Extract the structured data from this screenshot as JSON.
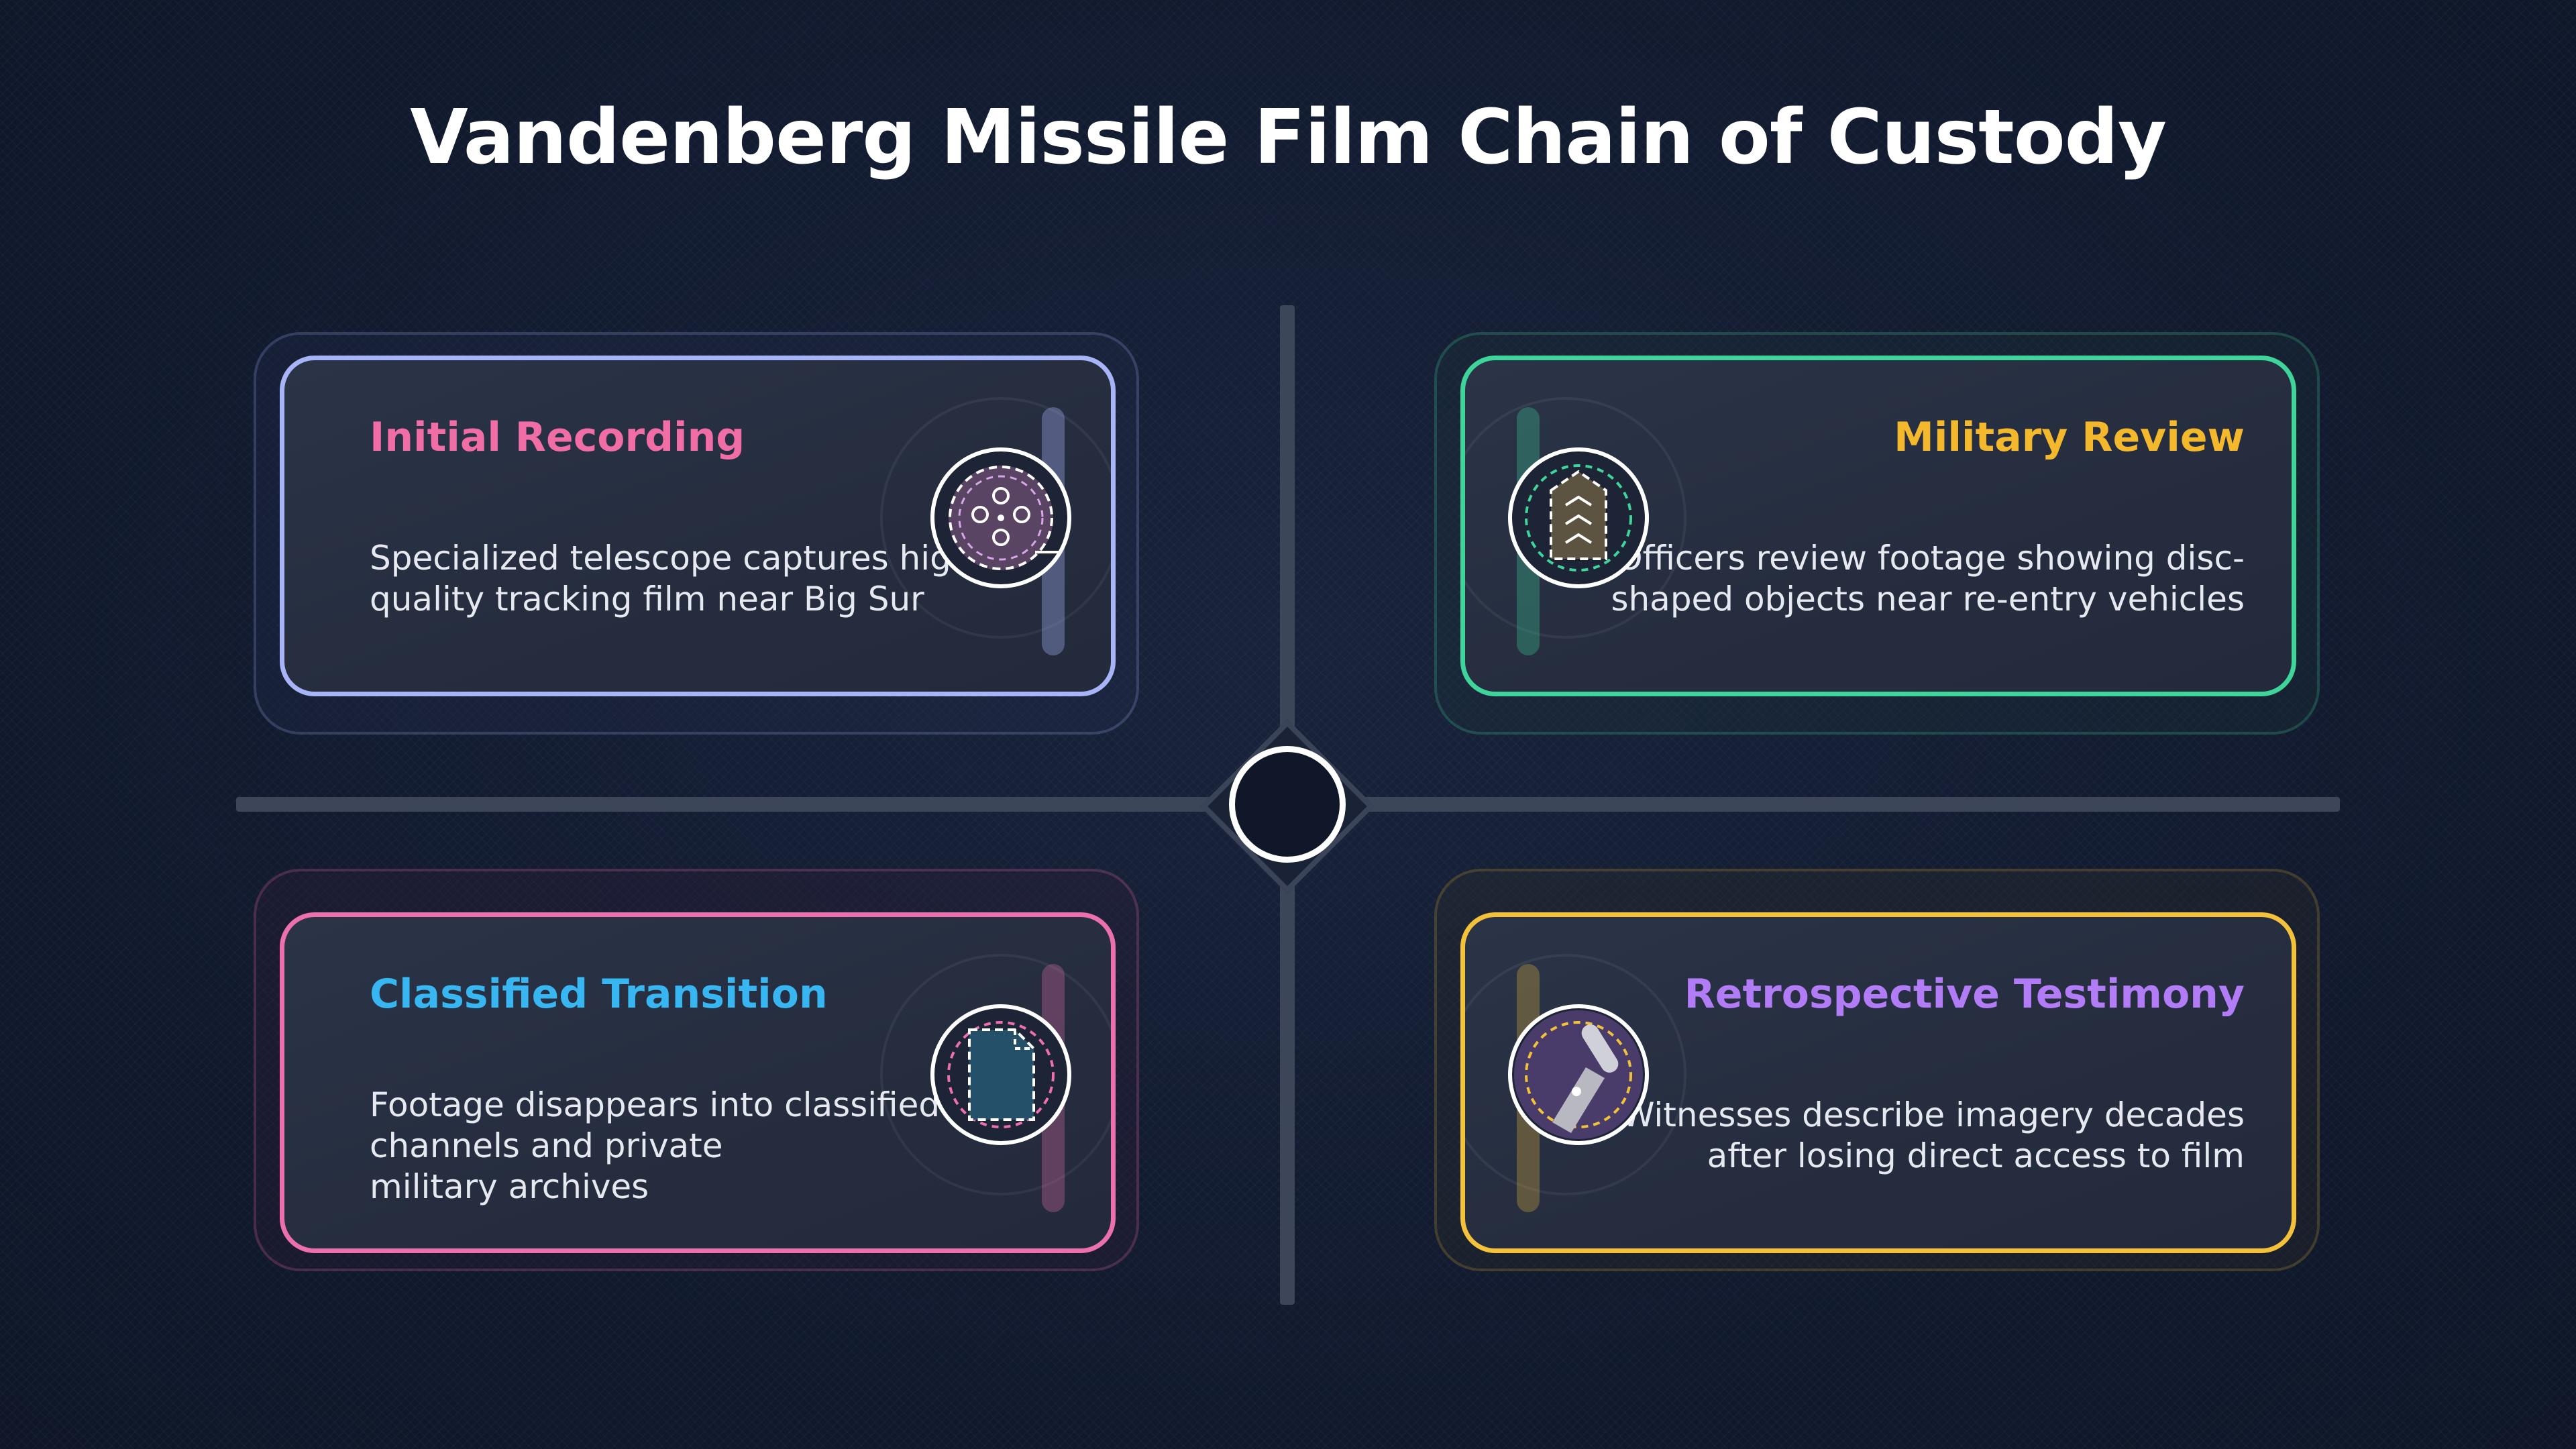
{
  "title": "Vandenberg Missile Film Chain of Custody",
  "colors": {
    "initial_recording": "#f06ea5",
    "military_review": "#f4b82c",
    "classified_transition": "#38b6f2",
    "retrospective_testimony": "#b27cf6",
    "border_blue": "#a8b4f8",
    "border_green": "#3ed49a",
    "border_pink": "#ec6fae",
    "border_gold": "#f3c13a"
  },
  "cards": {
    "initial_recording": {
      "title": "Initial Recording",
      "description": "Specialized telescope captures high-\nquality tracking film near Big Sur",
      "icon": "film-reel-icon"
    },
    "military_review": {
      "title": "Military Review",
      "description": "Officers review footage showing disc-\nshaped objects near re-entry vehicles",
      "icon": "military-rank-icon"
    },
    "classified_transition": {
      "title": "Classified Transition",
      "description": "Footage disappears into classified\nchannels and private\nmilitary archives",
      "icon": "document-icon"
    },
    "retrospective_testimony": {
      "title": "Retrospective Testimony",
      "description": "Witnesses describe imagery decades\nafter losing direct access to film",
      "icon": "microphone-icon"
    }
  }
}
